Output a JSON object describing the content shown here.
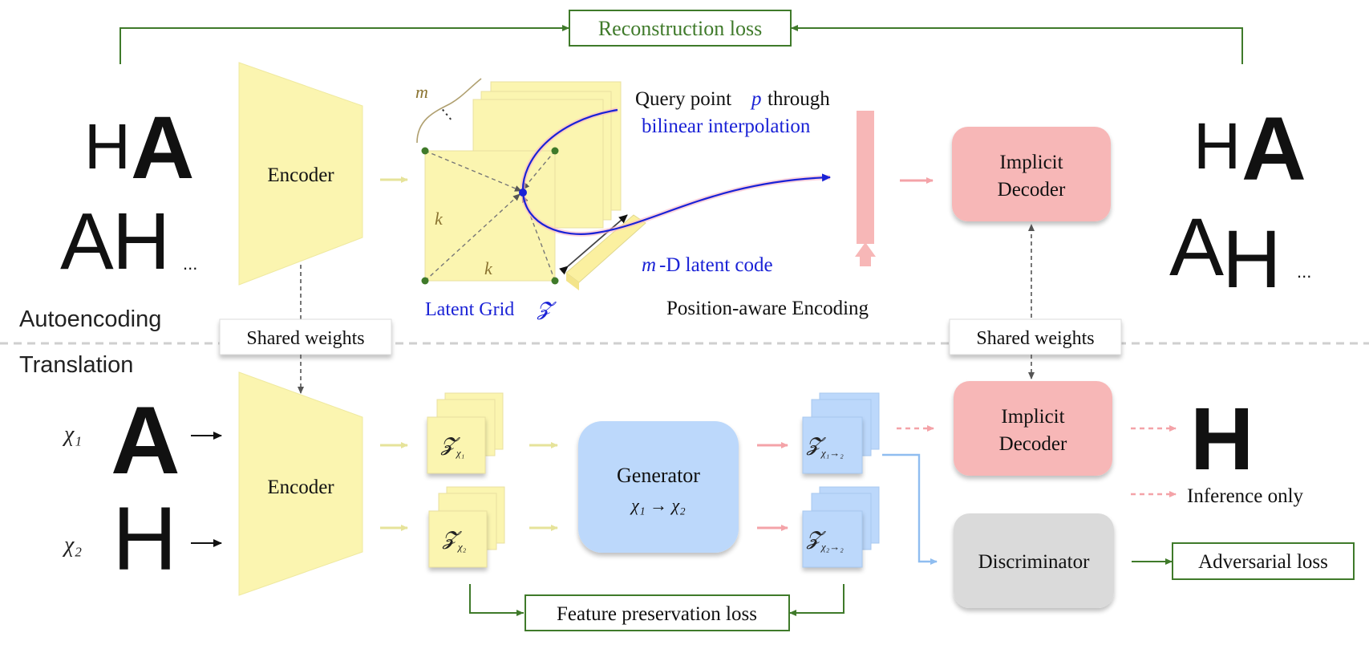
{
  "losses": {
    "reconstruction": "Reconstruction loss",
    "feature_preservation": "Feature preservation loss",
    "adversarial": "Adversarial loss"
  },
  "sections": {
    "autoencoding": "Autoencoding",
    "translation": "Translation"
  },
  "shared_weights": "Shared weights",
  "encoder": "Encoder",
  "latent_grid": {
    "label": "Latent Grid",
    "symbol": "𝓩",
    "dim_m": "m",
    "dim_k": "k",
    "ellipsis": "⋮"
  },
  "query": {
    "line1_prefix": "Query point",
    "line1_var": "p",
    "line1_suffix": "through",
    "line2": "bilinear interpolation"
  },
  "latent_code": {
    "m": "m",
    "rest": "-D latent code"
  },
  "position_aware": "Position-aware Encoding",
  "implicit_decoder": {
    "line1": "Implicit",
    "line2": "Decoder"
  },
  "generator": {
    "title": "Generator",
    "mapping": "χ₁ → χ₂"
  },
  "discriminator": "Discriminator",
  "inference_only": "Inference only",
  "domains": {
    "x1": "χ₁",
    "x2": "χ₂"
  },
  "latent_codes": {
    "z_x1": {
      "main": "𝓩",
      "sub": "χ₁"
    },
    "z_x2": {
      "main": "𝓩",
      "sub": "χ₂"
    },
    "z_x12": {
      "main": "𝓩",
      "sub": "χ₁→₂"
    },
    "z_x22": {
      "main": "𝓩",
      "sub": "χ₂→₂"
    }
  },
  "glyphs": {
    "input_top": [
      "H",
      "A",
      "A",
      "H"
    ],
    "input_ellipsis": "...",
    "output_top": [
      "H",
      "A",
      "A",
      "H"
    ],
    "output_ellipsis": "...",
    "x1_glyph": "A",
    "x2_glyph": "H",
    "result_glyph": "H"
  },
  "colors": {
    "loss_green": "#3f7a2a",
    "latent_blue": "#1a22d6",
    "encoder_yellow": "#fbf5b0",
    "decoder_pink": "#f7b7b7",
    "generator_blue": "#bcd8fb",
    "discriminator_gray": "#dadada",
    "latent_text_brown": "#8a7330"
  }
}
